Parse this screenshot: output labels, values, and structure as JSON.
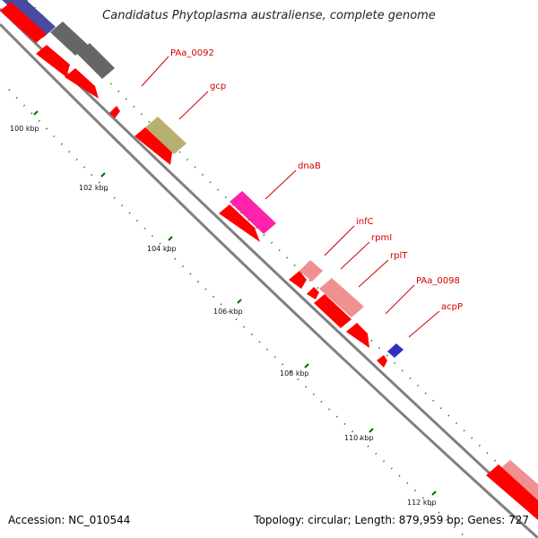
{
  "title": "Candidatus Phytoplasma australiense, complete genome",
  "footer": {
    "accession": "Accession: NC_010544",
    "summary": "Topology: circular; Length: 879,959 bp; Genes: 727"
  },
  "colors": {
    "backbone": "#808080",
    "cds": "#ff0000",
    "gene_label": "#d00000",
    "tick": "#007000",
    "grey": "#666666",
    "navy": "#4a4aa0",
    "olive": "#b8b070",
    "magenta": "#ff22aa",
    "salmon": "#f09090",
    "blue": "#3030c0"
  },
  "genes": [
    {
      "name": "PAa_0092"
    },
    {
      "name": "gcp"
    },
    {
      "name": "dnaB"
    },
    {
      "name": "infC"
    },
    {
      "name": "rpmI"
    },
    {
      "name": "rplT"
    },
    {
      "name": "PAa_0098"
    },
    {
      "name": "acpP"
    }
  ],
  "ticks": [
    {
      "label": "100 kbp"
    },
    {
      "label": "102 kbp"
    },
    {
      "label": "104 kbp"
    },
    {
      "label": "106 kbp"
    },
    {
      "label": "108 kbp"
    },
    {
      "label": "110 kbp"
    },
    {
      "label": "112 kbp"
    }
  ]
}
